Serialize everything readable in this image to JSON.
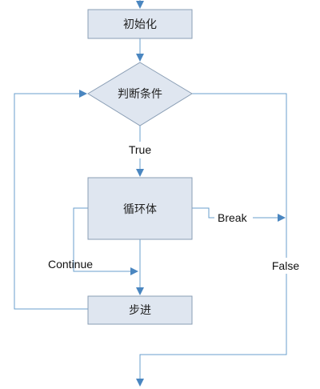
{
  "nodes": {
    "init": {
      "label": "初始化"
    },
    "condition": {
      "label": "判断条件"
    },
    "loop_body": {
      "label": "循环体"
    },
    "step": {
      "label": "步进"
    }
  },
  "edges": {
    "true_label": "True",
    "false_label": "False",
    "break_label": "Break",
    "continue_label": "Continue"
  },
  "colors": {
    "box_fill": "#dfe6f0",
    "box_stroke": "#8a9eb5",
    "connector": "#6a9fcc",
    "arrowhead": "#4a86c0"
  }
}
